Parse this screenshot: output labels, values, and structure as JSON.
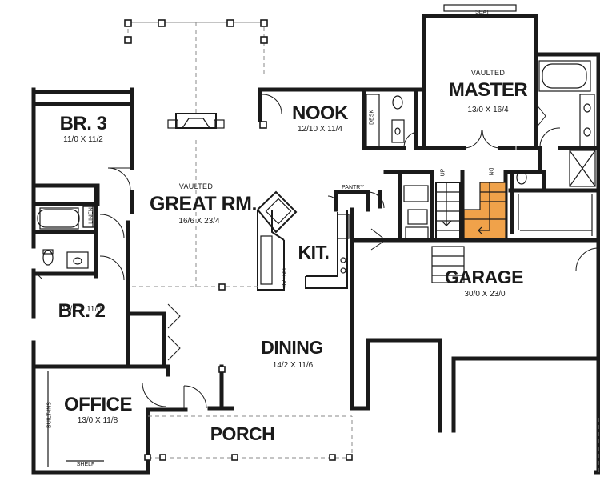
{
  "rooms": {
    "br3": {
      "name": "BR. 3",
      "dim": "11/0 X 11/2"
    },
    "br2": {
      "name": "BR. 2",
      "dim": "11/2 X 11/0"
    },
    "office": {
      "name": "OFFICE",
      "dim": "13/0 X 11/8"
    },
    "great": {
      "note": "VAULTED",
      "name": "GREAT RM.",
      "dim": "16/6 X 23/4"
    },
    "nook": {
      "name": "NOOK",
      "dim": "12/10 X 11/4"
    },
    "master": {
      "note": "VAULTED",
      "name": "MASTER",
      "dim": "13/0 X 16/4"
    },
    "kit": {
      "name": "KIT."
    },
    "dining": {
      "name": "DINING",
      "dim": "14/2 X 11/6"
    },
    "garage": {
      "name": "GARAGE",
      "dim": "30/0 X 23/0"
    },
    "porch": {
      "name": "PORCH"
    }
  },
  "small_labels": {
    "seat": "SEAT",
    "desk": "DESK",
    "pantry": "PANTRY",
    "linen": "LINEN",
    "ovens": "OVENS",
    "built_ins": "BUILT-INS",
    "shelf": "SHELF",
    "up": "UP",
    "dn": "DN"
  },
  "colors": {
    "wall": "#1a1a1a",
    "stair_highlight": "#f0a24a"
  }
}
